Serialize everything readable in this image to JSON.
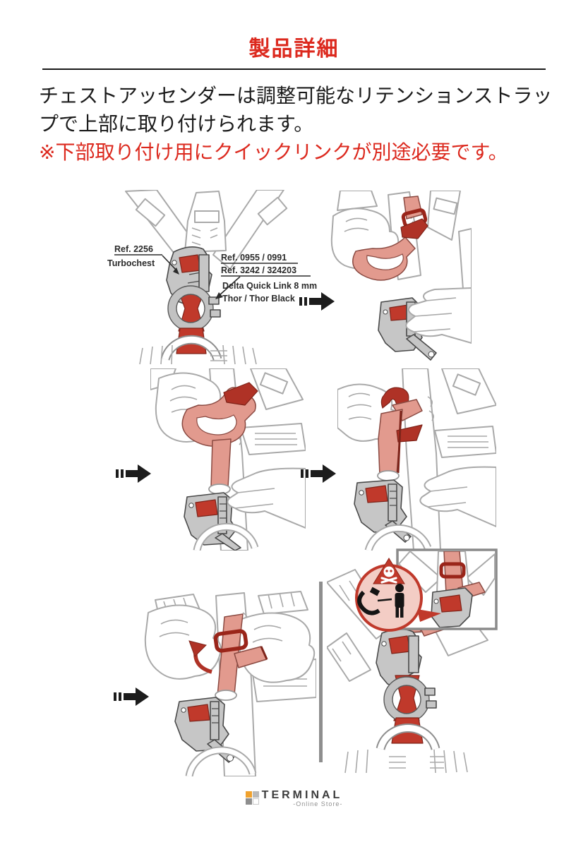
{
  "header": {
    "title": "製品詳細"
  },
  "intro": {
    "description": "チェストアッセンダーは調整可能なリテンションストラップで上部に取り付けられます。",
    "note": "※下部取り付け用にクイックリンクが別途必要です。"
  },
  "diagram": {
    "labels": {
      "turbochest_ref": "Ref. 2256",
      "turbochest_name": "Turbochest",
      "quicklink_ref1": "Ref. 0955 / 0991",
      "quicklink_ref2": "Ref. 3242 / 324203",
      "quicklink_name": "Delta Quick Link 8 mm",
      "quicklink_variant": "Thor / Thor Black"
    },
    "icons": {
      "step_arrow": "black right arrow between steps",
      "rotate_arrow": "red curved tightening arrow",
      "danger_skull": "skull and crossbones warning triangle",
      "quick_link": "maillon quick link",
      "person": "person silhouette"
    },
    "colors": {
      "accent_red": "#C0392B",
      "strap_pink": "#E29A8E",
      "device_gray": "#C6C6C6",
      "line_gray": "#A9A9A9"
    }
  },
  "footer": {
    "brand": "TERMINAL",
    "tagline": "-Online Store-"
  }
}
